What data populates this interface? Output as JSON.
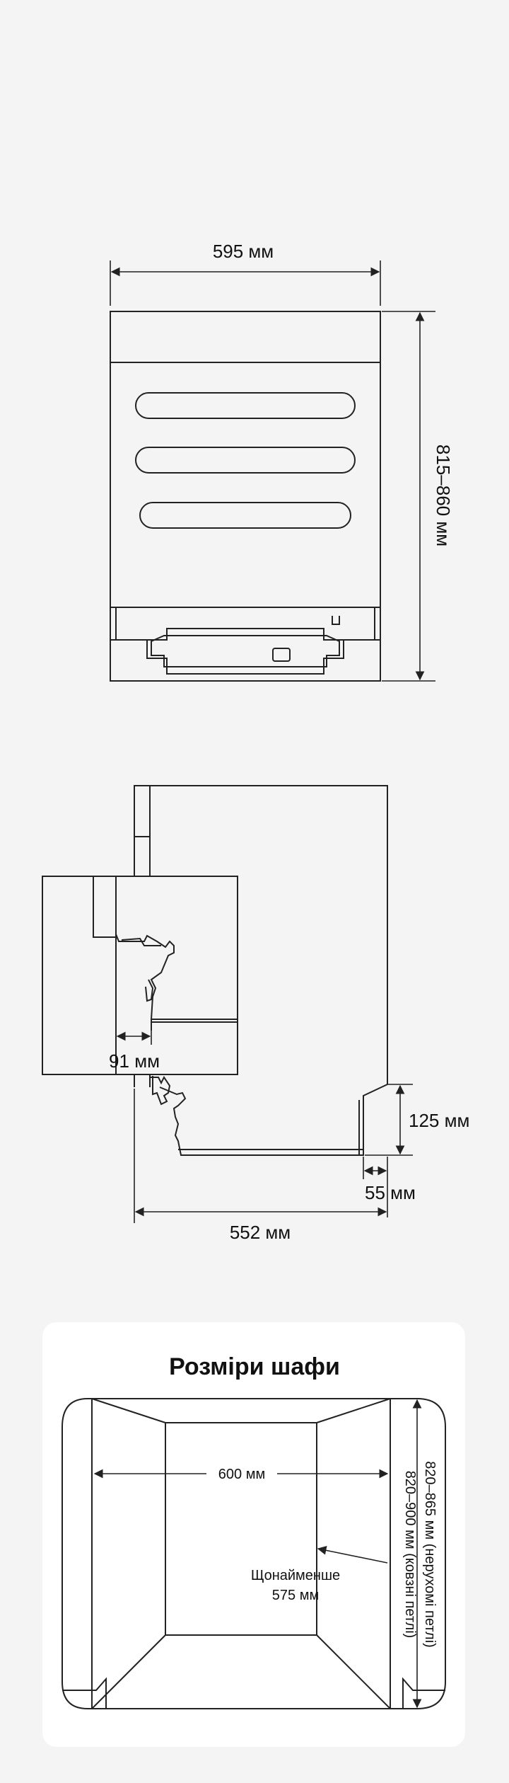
{
  "front_view": {
    "width_label": "595 мм",
    "height_label": "815–860 мм"
  },
  "side_view": {
    "detail_label": "91 мм",
    "kick_height_label": "125 мм",
    "kick_depth_label": "55 мм",
    "depth_label": "552 мм"
  },
  "cabinet": {
    "title": "Розміри шафи",
    "width_label": "600 мм",
    "min_label_line1": "Щонайменше",
    "min_label_line2": "575 мм",
    "height_fixed_label": "820–865 мм (нерухомі петлі)",
    "height_sliding_label": "820–900 мм (ковзні петлі)"
  }
}
